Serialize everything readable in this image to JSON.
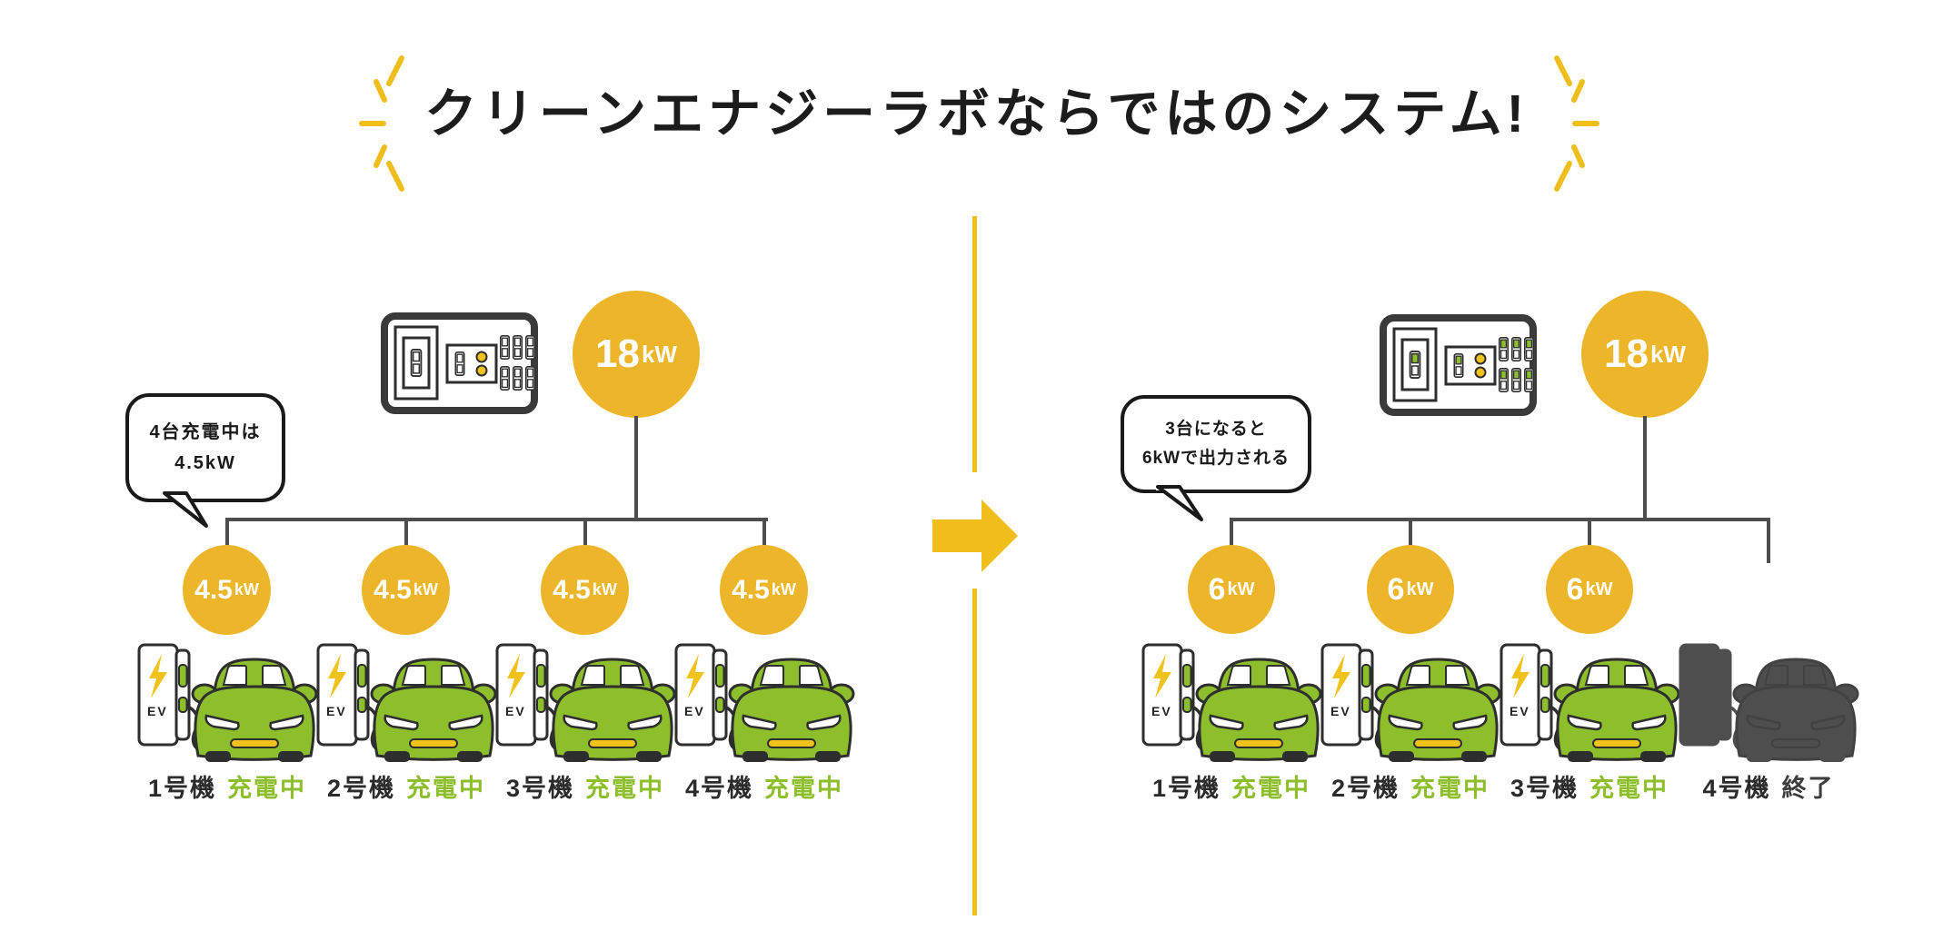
{
  "title": "クリーンエナジーラボならではのシステム!",
  "colors": {
    "accent_yellow": "#EDB62A",
    "highlight_yellow": "#EFBE1B",
    "status_green": "#8CBF2B",
    "wire_gray": "#4D4D4D",
    "finished_gray": "#4E4E4E"
  },
  "left_panel": {
    "bubble": {
      "line1": "4台充電中は",
      "line2": "4.5kW"
    },
    "total": {
      "value": "18",
      "unit": "kW"
    },
    "units": [
      {
        "name": "1号機",
        "status": "充電中",
        "power": "4.5",
        "unit": "kW"
      },
      {
        "name": "2号機",
        "status": "充電中",
        "power": "4.5",
        "unit": "kW"
      },
      {
        "name": "3号機",
        "status": "充電中",
        "power": "4.5",
        "unit": "kW"
      },
      {
        "name": "4号機",
        "status": "充電中",
        "power": "4.5",
        "unit": "kW"
      }
    ]
  },
  "right_panel": {
    "bubble": {
      "line1": "3台になると",
      "line2": "6kWで出力される"
    },
    "total": {
      "value": "18",
      "unit": "kW"
    },
    "units": [
      {
        "name": "1号機",
        "status": "充電中",
        "power": "6",
        "unit": "kW"
      },
      {
        "name": "2号機",
        "status": "充電中",
        "power": "6",
        "unit": "kW"
      },
      {
        "name": "3号機",
        "status": "充電中",
        "power": "6",
        "unit": "kW"
      },
      {
        "name": "4号機",
        "status": "終了",
        "power": "",
        "unit": ""
      }
    ]
  }
}
